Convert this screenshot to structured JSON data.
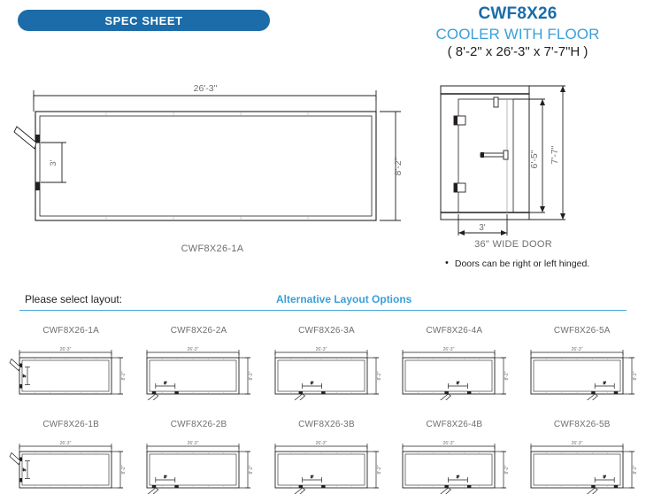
{
  "header": {
    "badge_label": "SPEC SHEET",
    "model_code": "CWF8X26",
    "model_name": "COOLER WITH FLOOR",
    "model_dimensions": "( 8'-2\" x 26'-3\" x 7'-7\"H )",
    "badge_color": "#1b6ca8",
    "code_color": "#1b6ca8",
    "name_color": "#3aa0d8"
  },
  "plan_view": {
    "caption": "CWF8X26-1A",
    "dim_length": "26'-3\"",
    "dim_depth": "8'-2\"",
    "dim_door": "3'"
  },
  "elevation_view": {
    "dim_height_overall": "7'-7\"",
    "dim_height_door": "6'-5\"",
    "dim_door_width": "3'",
    "caption": "36\" WIDE DOOR",
    "note_bullet": "•",
    "note_text": "Doors can be right or left hinged."
  },
  "layout_section": {
    "select_label": "Please select layout:",
    "alternative_label": "Alternative Layout Options",
    "rule_color": "#4aa8dc"
  },
  "thumbnails": {
    "dim_length": "26'-3\"",
    "dim_depth": "8'-2\"",
    "dim_door": "3'",
    "row_a": [
      {
        "label": "CWF8X26-1A",
        "door_wall": "left",
        "door_pos": 0.5,
        "hinge": "right"
      },
      {
        "label": "CWF8X26-2A",
        "door_wall": "bottom",
        "door_pos": 0.2,
        "hinge": "left"
      },
      {
        "label": "CWF8X26-3A",
        "door_wall": "bottom",
        "door_pos": 0.4,
        "hinge": "left"
      },
      {
        "label": "CWF8X26-4A",
        "door_wall": "bottom",
        "door_pos": 0.6,
        "hinge": "left"
      },
      {
        "label": "CWF8X26-5A",
        "door_wall": "bottom",
        "door_pos": 0.8,
        "hinge": "left"
      }
    ],
    "row_b": [
      {
        "label": "CWF8X26-1B",
        "door_wall": "left",
        "door_pos": 0.5,
        "hinge": "right"
      },
      {
        "label": "CWF8X26-2B",
        "door_wall": "bottom",
        "door_pos": 0.2,
        "hinge": "left"
      },
      {
        "label": "CWF8X26-3B",
        "door_wall": "bottom",
        "door_pos": 0.4,
        "hinge": "left"
      },
      {
        "label": "CWF8X26-4B",
        "door_wall": "bottom",
        "door_pos": 0.6,
        "hinge": "left"
      },
      {
        "label": "CWF8X26-5B",
        "door_wall": "bottom",
        "door_pos": 0.8,
        "hinge": "left"
      }
    ]
  }
}
